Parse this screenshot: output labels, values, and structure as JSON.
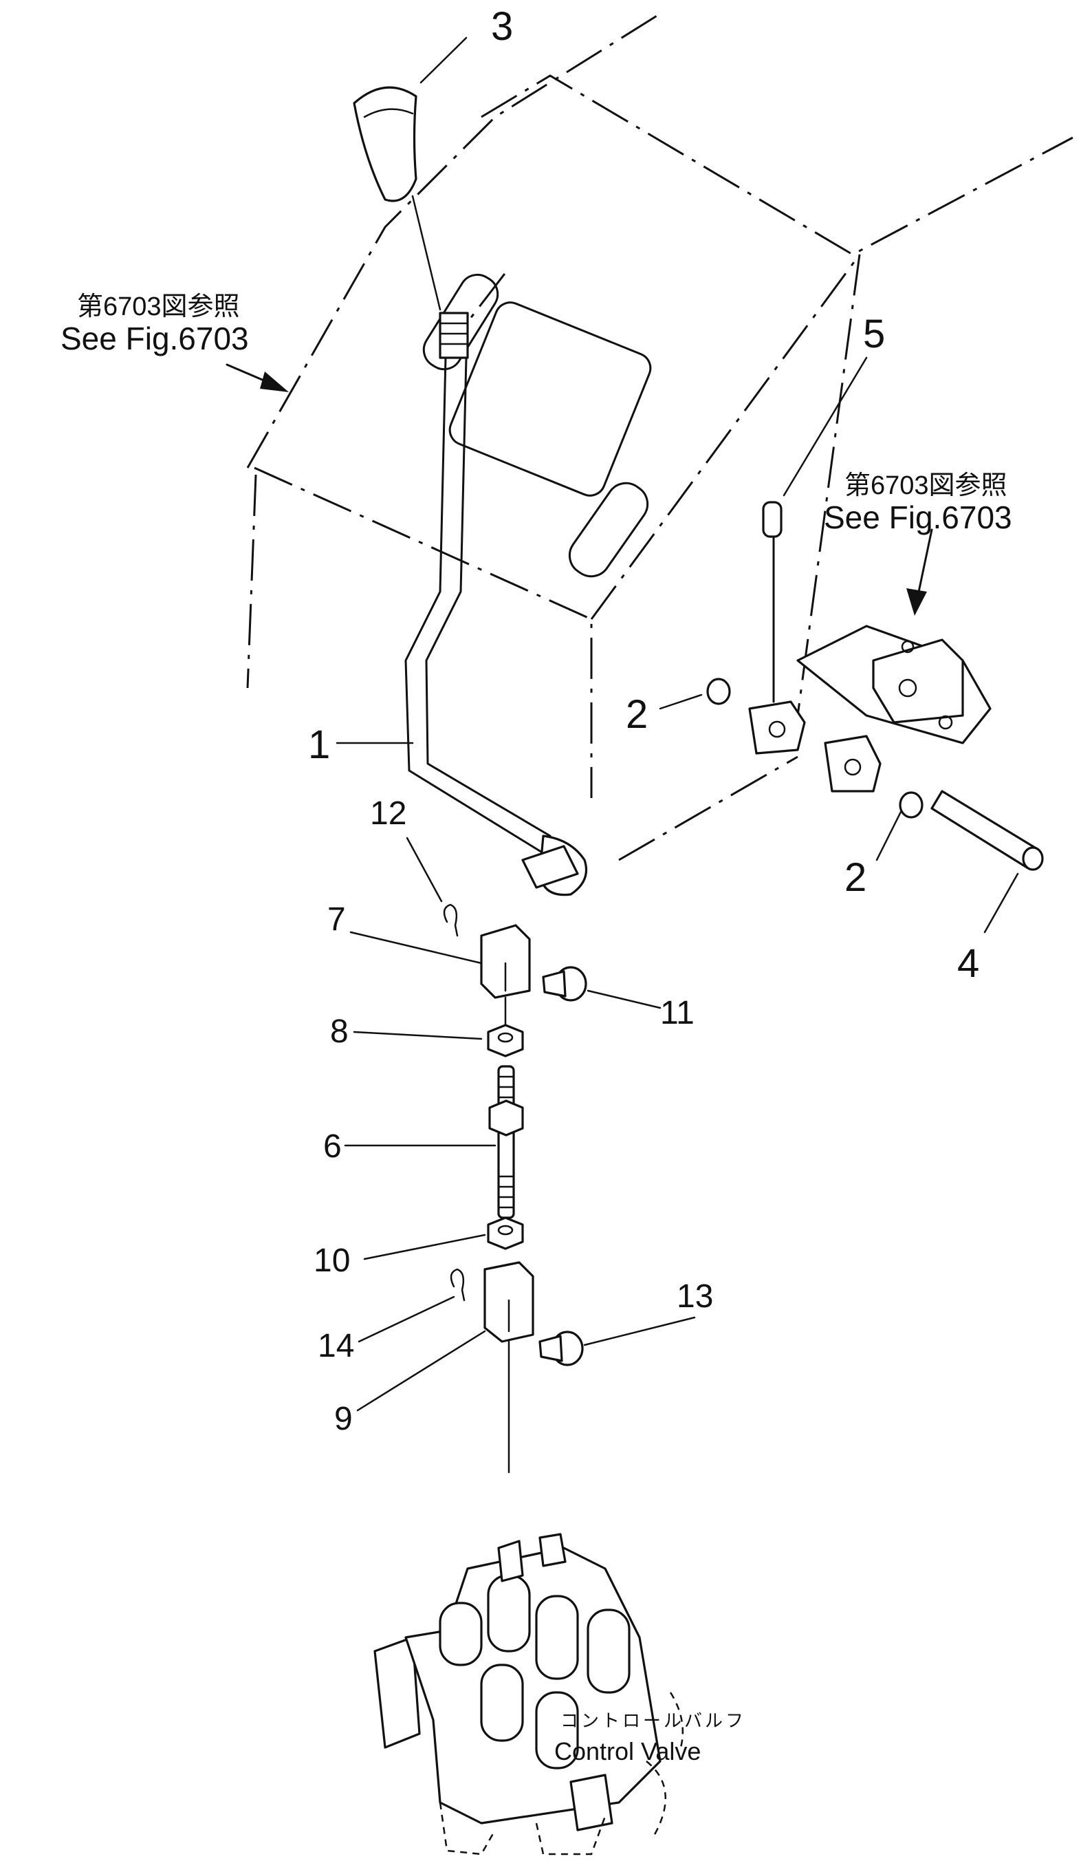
{
  "diagram": {
    "callouts": {
      "c1": "1",
      "c2a": "2",
      "c2b": "2",
      "c3": "3",
      "c4": "4",
      "c5": "5",
      "c6": "6",
      "c7": "7",
      "c8": "8",
      "c9": "9",
      "c10": "10",
      "c11": "11",
      "c12": "12",
      "c13": "13",
      "c14": "14"
    },
    "references": {
      "left": {
        "jp": "第6703図参照",
        "en": "See Fig.6703"
      },
      "right": {
        "jp": "第6703図参照",
        "en": "See Fig.6703"
      }
    },
    "control_valve": {
      "jp": "コントロールバルフ",
      "en": "Control Valve"
    }
  }
}
